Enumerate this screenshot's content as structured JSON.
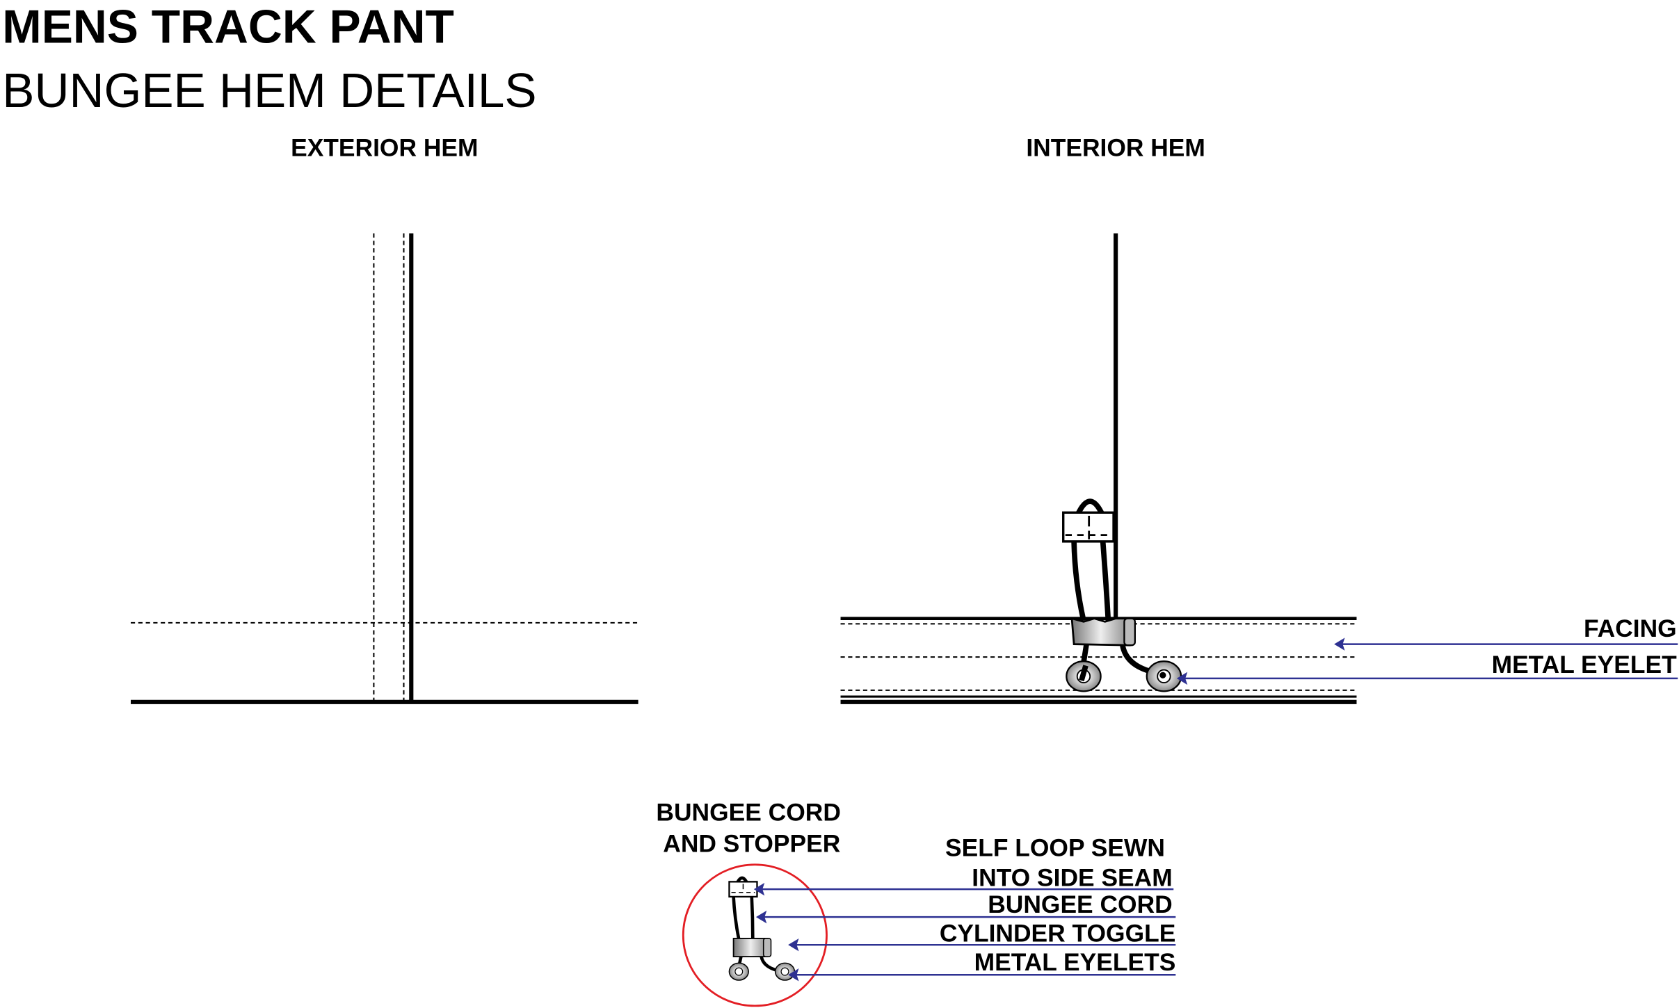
{
  "title": "MENS TRACK PANT",
  "subtitle": "BUNGEE HEM DETAILS",
  "exterior": {
    "heading": "EXTERIOR HEM"
  },
  "interior": {
    "heading": "INTERIOR HEM",
    "callouts": [
      "FACING",
      "METAL EYELET"
    ]
  },
  "detail": {
    "heading_lines": [
      "BUNGEE CORD",
      "AND STOPPER"
    ],
    "callouts": [
      "SELF LOOP SEWN",
      "INTO SIDE SEAM",
      "BUNGEE CORD",
      "CYLINDER TOGGLE",
      "METAL EYELETS"
    ]
  },
  "colors": {
    "arrow": "#2e3192",
    "detail_circle": "#e31e24",
    "line": "#000000"
  }
}
